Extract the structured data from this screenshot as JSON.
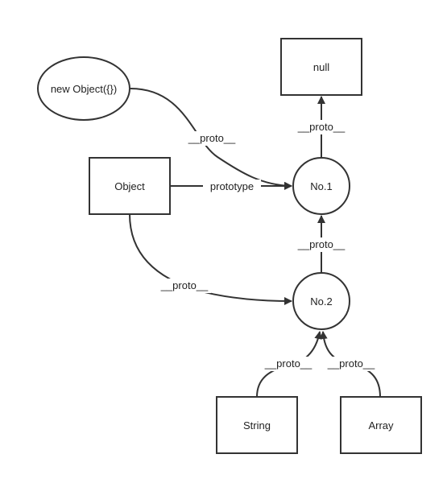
{
  "nodes": {
    "new_object": "new Object({})",
    "object": "Object",
    "null": "null",
    "no1": "No.1",
    "no2": "No.2",
    "string": "String",
    "array": "Array"
  },
  "edges": {
    "new_object_to_no1": "__proto__",
    "object_to_no1": "prototype",
    "no1_to_null": "__proto__",
    "object_to_no2": "__proto__",
    "no2_to_no1": "__proto__",
    "string_to_no2": "__proto__",
    "array_to_no2": "__proto__"
  },
  "colors": {
    "stroke": "#333333",
    "text": "#222222",
    "background": "#ffffff"
  }
}
